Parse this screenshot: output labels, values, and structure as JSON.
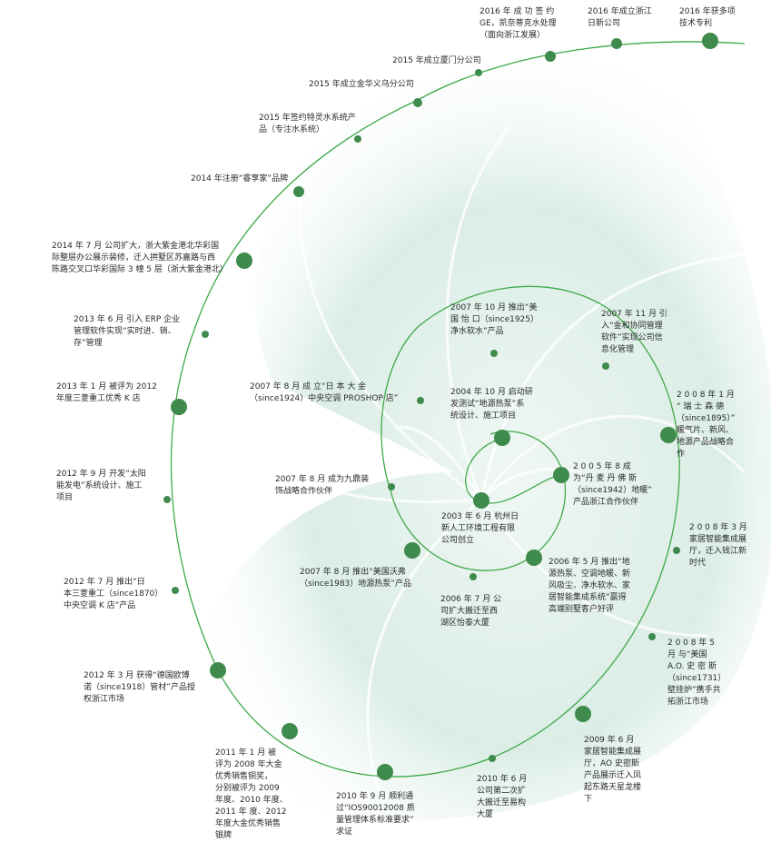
{
  "accent_color": "#3fa94a",
  "background_tint": "#d9ebe4",
  "milestones": [
    {
      "id": "m01",
      "text": "2016 年 成 功 签 约\nGE，凯奈蒂克水处理\n（面向浙江发展）"
    },
    {
      "id": "m02",
      "text": "2016 年成立浙江\n日新公司"
    },
    {
      "id": "m03",
      "text": "2016 年获多项\n技术专利"
    },
    {
      "id": "m04",
      "text": "2015 年成立厦门分公司"
    },
    {
      "id": "m05",
      "text": "2015 年成立金华义乌分公司"
    },
    {
      "id": "m06",
      "text": "2015 年签约特灵水系统产\n品（专注水系统）"
    },
    {
      "id": "m07",
      "text": "2014 年注册“睿享家”品牌"
    },
    {
      "id": "m08",
      "text": "2014 年 7 月  公司扩大，浙大紫金港北华彩国\n际整层办公展示装修，迁入拱墅区苏嘉路与西\n陈路交叉口华彩国际 3 幢 5 层（浙大紫金港北）"
    },
    {
      "id": "m09",
      "text": "2013 年 6 月   引入 ERP 企业\n管理软件实现“实时进、销、\n存”管理"
    },
    {
      "id": "m10",
      "text": "2013 年 1 月    被评为 2012\n年度三菱重工优秀 K 店"
    },
    {
      "id": "m11",
      "text": "2012 年 9 月   开发“太阳\n能发电”系统设计、施工\n项目"
    },
    {
      "id": "m12",
      "text": "2012 年 7 月    推出“日\n本三菱重工（since1870）\n中央空调 K 店”产品"
    },
    {
      "id": "m13",
      "text": "2012 年 3 月    获得“德国欧博\n诺（since1918）管材”产品授\n权浙江市场"
    },
    {
      "id": "m14",
      "text": "2011 年 1 月     被\n评为 2008 年大金\n优秀销售铜奖，\n分别被评为 2009\n年度、2010 年度、\n2011 年 度、2012\n年度大金优秀销售\n银牌"
    },
    {
      "id": "m15",
      "text": "2010 年 9 月   顺利通\n过“IOS90012008 质\n量管理体系标准要求”\n求证"
    },
    {
      "id": "m16",
      "text": "2010 年 6 月\n公司第二次扩\n大搬迁至易构\n大厦"
    },
    {
      "id": "m17",
      "text": "2009 年 6 月\n家居智能集成展\n厅，AO 史密斯\n产品展示迁入凤\n起东路天星龙楼\n下"
    },
    {
      "id": "m18",
      "text": "2 0 0 8  年  5\n月   与“美国\nA.O. 史 密 斯\n（since1731）\n壁挂炉”携手共\n拓浙江市场"
    },
    {
      "id": "m19",
      "text": "2 0 0 8  年  3  月\n家居智能集成展\n厅，迁入钱江新\n时代"
    },
    {
      "id": "m20",
      "text": "2 0 0 8  年  1  月\n“ 瑞 士 森 德\n（since1895）”\n暖气片、新风、\n地源产品战略合\n作"
    },
    {
      "id": "m21",
      "text": "2007 年 11 月    引\n入“金和协同管理\n软件”实现公司信\n息化管理"
    },
    {
      "id": "m22",
      "text": "2007 年 10 月   推出“美\n国 怡 口（since1925）\n净水软水”产品"
    },
    {
      "id": "m23",
      "text": "2007 年 8 月     成 立“日 本 大 金\n（since1924）中央空调 PROSHOP 店”"
    },
    {
      "id": "m24",
      "text": "2004 年 10 月   启动研\n发测试“地源热泵”系\n统设计、施工项目"
    },
    {
      "id": "m25",
      "text": "2 0 0 5  年  8       成\n为“丹 麦 丹 佛 斯\n（since1942）地暖”\n产品浙江合作伙伴"
    },
    {
      "id": "m26",
      "text": "2007 年 8 月     成为九鼎装\n饰战略合作伙伴"
    },
    {
      "id": "m27",
      "text": "2003 年 6 月   杭州日\n新人工环境工程有限\n公司创立"
    },
    {
      "id": "m28",
      "text": "2006 年 5 月   推出“地\n源热泵、空调地暖、新\n风吸尘、净水软水、家\n居智能集成系统”赢得\n高端别墅客户好评"
    },
    {
      "id": "m29",
      "text": "2007 年 8 月    推出“美国沃弗\n（since1983）地源热泵”产品"
    },
    {
      "id": "m30",
      "text": "2006 年 7 月     公\n司扩大搬迁至西\n湖区怡泰大厦"
    }
  ]
}
